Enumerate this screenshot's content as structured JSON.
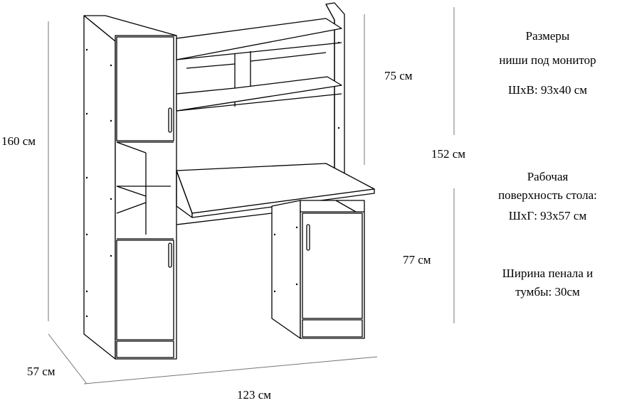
{
  "dimensions": {
    "total_height": "160 см",
    "depth": "57 см",
    "width": "123 см",
    "upper_height": "75 см",
    "desk_height": "152 см",
    "lower_height": "77 см"
  },
  "notes": {
    "monitor_niche": {
      "line1": "Размеры",
      "line2": "ниши под монитор",
      "line3": "ШхВ: 93х40 см"
    },
    "work_surface": {
      "line1": "Рабочая",
      "line2": "поверхность стола:",
      "line3": "ШхГ:  93х57 см"
    },
    "cabinet_width": {
      "line1": "Ширина пенала и",
      "line2": "тумбы: 30см"
    }
  },
  "colors": {
    "line": "#000000",
    "dim_line": "#777777",
    "background": "#ffffff"
  }
}
